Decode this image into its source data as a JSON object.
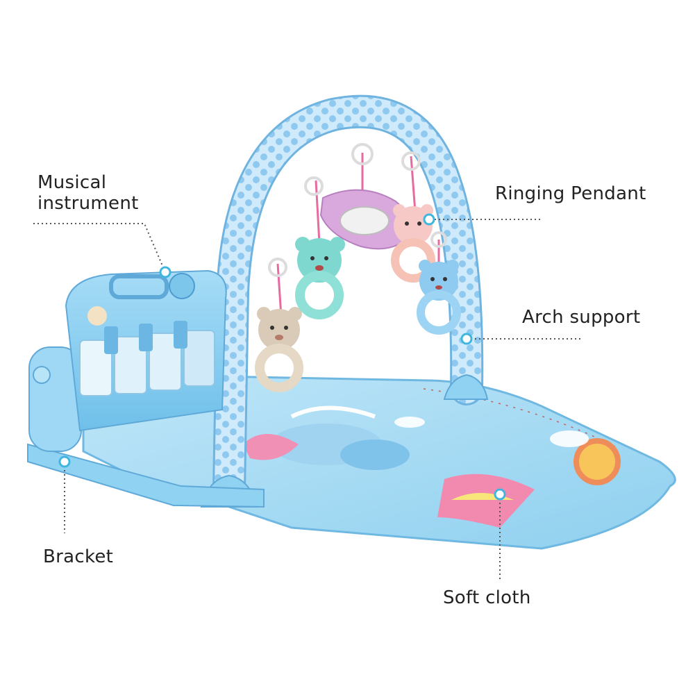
{
  "labels": {
    "musical_instrument": [
      "Musical",
      "instrument"
    ],
    "ringing_pendant": "Ringing Pendant",
    "arch_support": "Arch support",
    "bracket": "Bracket",
    "soft_cloth": "Soft cloth"
  },
  "colors": {
    "callout_dot": "#3fb6e0",
    "leader_line": "#555555",
    "toy_blue": "#8fd2f2",
    "toy_blue_dark": "#5fb6e6",
    "mat_blue": "#a9dcf5",
    "pendant_pink": "#f6c9d0",
    "pendant_teal": "#7fd8cf",
    "pendant_beige": "#d9cbb7",
    "pendant_purple": "#d9a9dd"
  }
}
